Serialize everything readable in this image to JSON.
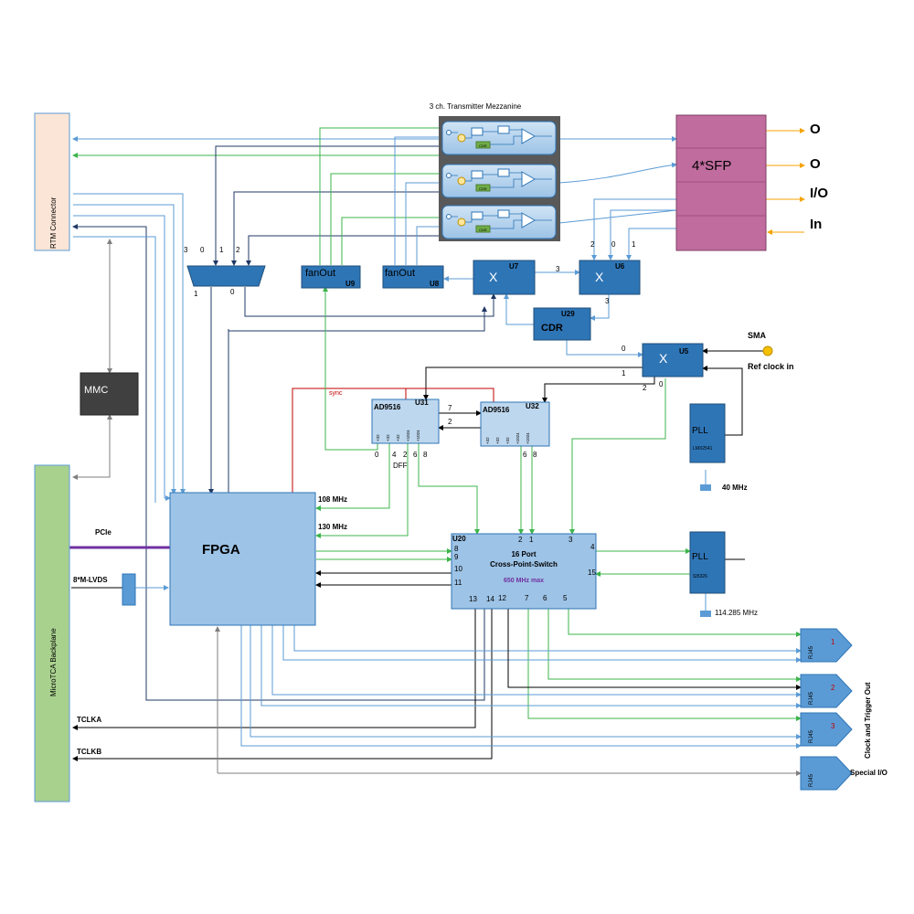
{
  "colors": {
    "blue_wire": "#5b9bd5",
    "dark_wire": "#1f3864",
    "green_wire": "#3cb44b",
    "sync_wire": "#c00000",
    "pcie_wire": "#7030a0",
    "gray_wire": "#7f7f7f",
    "orange_wire": "#f4a300",
    "block_fill": "#9dc3e6",
    "block_dark": "#2e75b6",
    "sfp_fill": "#c06c9e",
    "rtm_fill": "#fbe5d6",
    "backplane_fill": "#a9d18e",
    "mmc_fill": "#404040"
  },
  "mezzanine": {
    "title": "3 ch. Transmitter Mezzanine",
    "cdr_label": "CDR"
  },
  "rtm": {
    "label": "RTM Connector"
  },
  "backplane": {
    "label": "MicroTCA Backplane"
  },
  "mmc": {
    "label": "MMC"
  },
  "sfp": {
    "label": "4*SFP"
  },
  "sfp_ports": [
    "O",
    "O",
    "I/O",
    "In"
  ],
  "fpga": {
    "label": "FPGA"
  },
  "mux": {
    "inputs": [
      "3",
      "0",
      "1",
      "2"
    ],
    "outputs": [
      "1",
      "0"
    ]
  },
  "fanout_u9": {
    "label": "fanOut",
    "ref": "U9"
  },
  "fanout_u8": {
    "label": "fanOut",
    "ref": "U8"
  },
  "u7": {
    "label": "X",
    "ref": "U7"
  },
  "u6": {
    "label": "X",
    "ref": "U6",
    "inputs": [
      "2",
      "0",
      "1"
    ],
    "in3": "3",
    "out3": "3"
  },
  "cdr": {
    "label": "CDR",
    "ref": "U29"
  },
  "u5": {
    "label": "X",
    "ref": "U5",
    "pins": [
      "0",
      "1",
      "2",
      "0"
    ]
  },
  "sma": {
    "label": "SMA",
    "sub": "Ref clock in"
  },
  "ad31": {
    "label": "AD9516",
    "ref": "U31",
    "divs": [
      "+32",
      "+32",
      "+32",
      "+1024",
      "+1024"
    ],
    "pins": [
      "0",
      "4",
      "2",
      "6",
      "8"
    ],
    "dff": "DFF"
  },
  "ad32": {
    "label": "AD9516",
    "ref": "U32",
    "divs": [
      "+32",
      "+32",
      "+32",
      "+1024",
      "+1024"
    ],
    "pins": [
      "6",
      "8"
    ]
  },
  "link_7": "7",
  "link_2": "2",
  "sync_label": "sync",
  "pll1": {
    "label": "PLL",
    "part": "LMX2541",
    "freq": "40 MHz"
  },
  "pll2": {
    "label": "PLL",
    "part": "SI5326",
    "freq": "114.285 MHz"
  },
  "fpga_clocks": [
    "108 MHz",
    "130 MHz"
  ],
  "pcie_label": "PCIe",
  "lvds_label": "8*M-LVDS",
  "cps": {
    "ref": "U20",
    "title": "16 Port",
    "title2": "Cross-Point-Switch",
    "speed": "650 MHz max",
    "left_pins": [
      "8",
      "9",
      "10",
      "11"
    ],
    "top_pins": [
      "2",
      "1",
      "3"
    ],
    "right_pins": [
      "4",
      "15"
    ],
    "bottom_pins": [
      "13",
      "14",
      "12",
      "7",
      "6",
      "5"
    ]
  },
  "rj45": [
    {
      "label": "RJ45",
      "num": "1"
    },
    {
      "label": "RJ45",
      "num": "2"
    },
    {
      "label": "RJ45",
      "num": "3"
    },
    {
      "label": "RJ45",
      "num": ""
    }
  ],
  "clock_trigger_label": "Clock and Trigger Out",
  "special_io_label": "Special I/O",
  "tclka": "TCLKA",
  "tclkb": "TCLKB"
}
